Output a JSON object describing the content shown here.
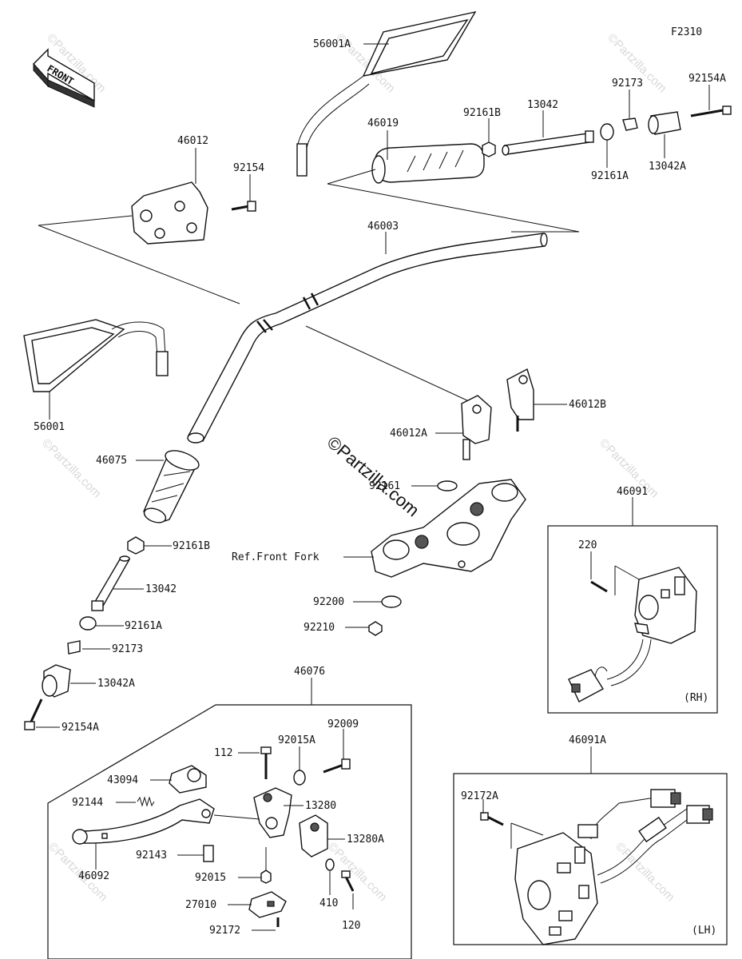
{
  "figure_code": "F2310",
  "front_label": "FRONT",
  "reference_label": "Ref.Front Fork",
  "watermark_main": "©Partzilla.com",
  "watermark_tile": "©Partzilla.com",
  "labels": {
    "p56001A": "56001A",
    "p92173_top": "92173",
    "p92154A_top": "92154A",
    "p92161B_top": "92161B",
    "p13042_top": "13042",
    "p46019": "46019",
    "p92161A_top": "92161A",
    "p13042A_top": "13042A",
    "p46012": "46012",
    "p92154": "92154",
    "p46003": "46003",
    "p56001": "56001",
    "p46012B": "46012B",
    "p46012A": "46012A",
    "p46075": "46075",
    "p92161": "92161",
    "p92161B": "92161B",
    "p13042": "13042",
    "p92161A": "92161A",
    "p92173": "92173",
    "p13042A": "13042A",
    "p92154A": "92154A",
    "p92200": "92200",
    "p92210": "92210",
    "p46091": "46091",
    "p220": "220",
    "rh": "(RH)",
    "p46076": "46076",
    "p92009": "92009",
    "p112": "112",
    "p92015A": "92015A",
    "p43094": "43094",
    "p13280": "13280",
    "p92144": "92144",
    "p13280A": "13280A",
    "p92143": "92143",
    "p46092": "46092",
    "p92015": "92015",
    "p410": "410",
    "p27010": "27010",
    "p120": "120",
    "p92172": "92172",
    "p46091A": "46091A",
    "p92172A": "92172A",
    "lh": "(LH)"
  }
}
